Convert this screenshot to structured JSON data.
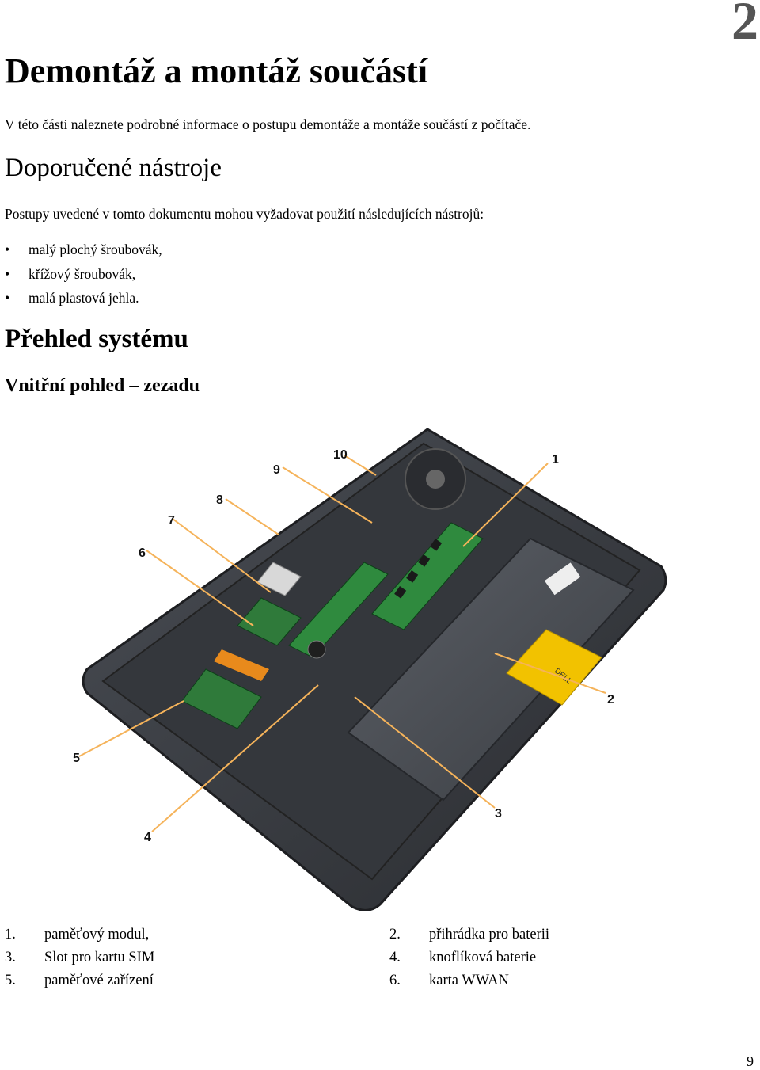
{
  "chapter_number": "2",
  "title": "Demontáž a montáž součástí",
  "intro": "V této části naleznete podrobné informace o postupu demontáže a montáže součástí z počítače.",
  "tools_section": {
    "heading": "Doporučené nástroje",
    "text": "Postupy uvedené v tomto dokumentu mohou vyžadovat použití následujících nástrojů:",
    "items": [
      "malý plochý šroubovák,",
      "křížový šroubovák,",
      "malá plastová jehla."
    ]
  },
  "overview_section": {
    "heading": "Přehled systému",
    "subheading": "Vnitřní pohled – zezadu"
  },
  "figure": {
    "callouts": [
      "1",
      "2",
      "3",
      "4",
      "5",
      "6",
      "7",
      "8",
      "9",
      "10"
    ],
    "sticker_text": "DELL"
  },
  "legend": [
    {
      "num": "1.",
      "label": "paměťový modul,"
    },
    {
      "num": "2.",
      "label": "přihrádka pro baterii"
    },
    {
      "num": "3.",
      "label": "Slot pro kartu SIM"
    },
    {
      "num": "4.",
      "label": "knoflíková baterie"
    },
    {
      "num": "5.",
      "label": "paměťové zařízení"
    },
    {
      "num": "6.",
      "label": "karta WWAN"
    }
  ],
  "page_number": "9",
  "colors": {
    "chassis": "#3a3d42",
    "board": "#2f7a3a",
    "sticker": "#f2c200",
    "accent_orange": "#e88a1c"
  }
}
